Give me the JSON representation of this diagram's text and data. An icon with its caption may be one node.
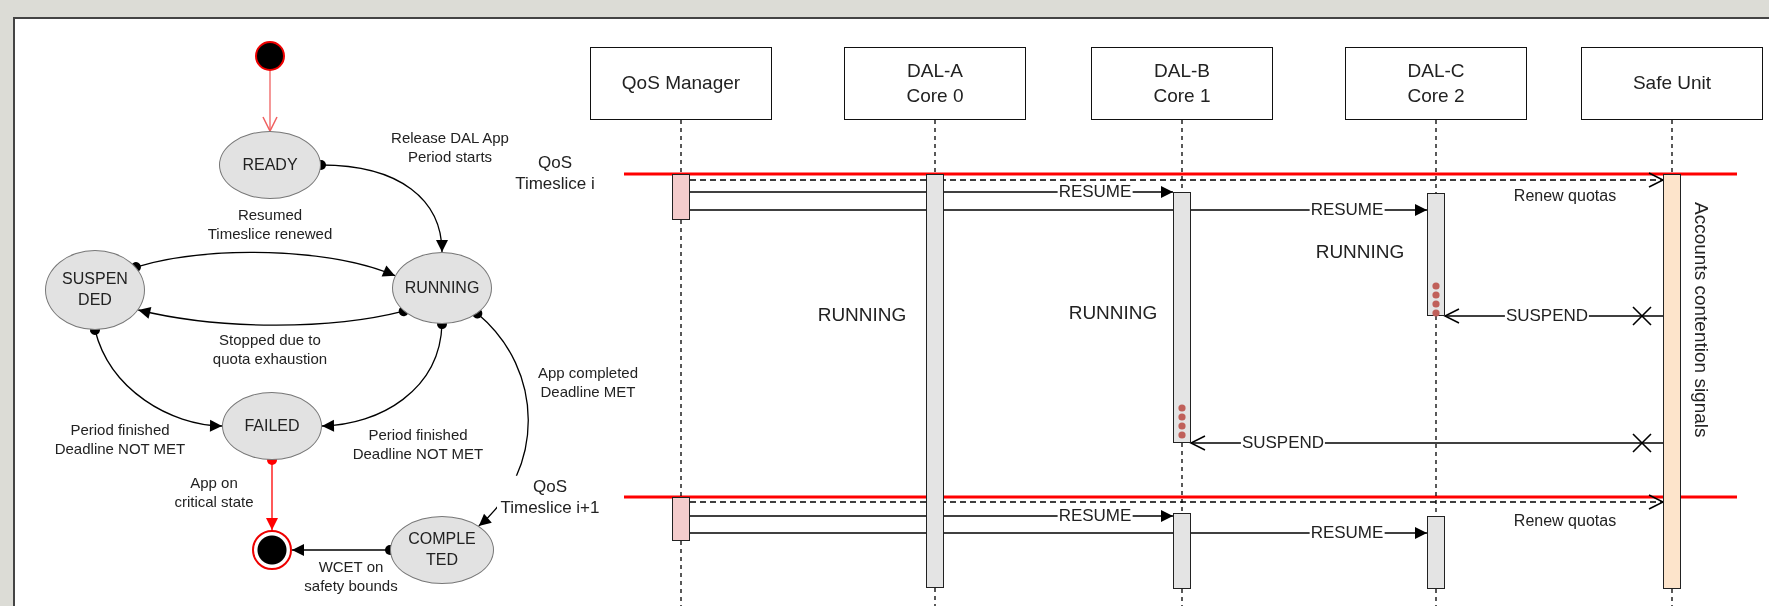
{
  "diagram": {
    "nodes": [
      {
        "text": [],
        "shape": "circle"
      },
      {
        "text": [
          "READY"
        ]
      },
      {
        "text": [
          "SUSPEN DED"
        ]
      },
      {
        "text": [
          "RUNNING"
        ]
      },
      {
        "text": [
          "FAILED"
        ]
      },
      {
        "text": [],
        "shape": "circle"
      },
      {
        "text": [
          "COMPLE TED"
        ]
      },
      {
        "text": [
          "QoS Manager"
        ]
      },
      {
        "text": [
          "DAL-A Core 0"
        ]
      },
      {
        "text": [
          "DAL-B Core 1"
        ]
      },
      {
        "text": [
          "DAL-C Core 2"
        ]
      },
      {
        "text": [
          "Safe Unit"
        ]
      },
      {
        "text": [],
        "shape": "bar"
      },
      {
        "text": [],
        "shape": "bar"
      },
      {
        "text": [],
        "shape": "bar"
      },
      {
        "text": [],
        "shape": "bar"
      },
      {
        "text": [],
        "shape": "bar"
      },
      {
        "text": [],
        "shape": "bar"
      },
      {
        "text": [],
        "shape": "bar"
      },
      {
        "text": [],
        "shape": "bar",
        "beside": [
          "Accounts contention signals"
        ]
      }
    ],
    "edges": [
      {
        "from": 0,
        "to": 1,
        "arrow": "to",
        "color": "#f06060"
      },
      {
        "from": 1,
        "to": 3,
        "arrow": "to",
        "label": "Release DAL App Period starts"
      },
      {
        "from": 2,
        "to": 3,
        "arrow": "to",
        "label": "Resumed Timeslice renewed"
      },
      {
        "from": 3,
        "to": 2,
        "arrow": "to",
        "label": "Stopped due to quota exhaustion"
      },
      {
        "from": 2,
        "to": 4,
        "arrow": "to",
        "label": "Period finished Deadline NOT MET"
      },
      {
        "from": 3,
        "to": 4,
        "arrow": "to",
        "label": "Period finished Deadline NOT MET"
      },
      {
        "from": 3,
        "to": 6,
        "arrow": "to",
        "label": "App completed Deadline MET"
      },
      {
        "from": 4,
        "to": 5,
        "arrow": "to",
        "label": "App on critical state",
        "color": "#ff0000"
      },
      {
        "from": 6,
        "to": 5,
        "arrow": "to",
        "label": "WCET on safety bounds"
      },
      {
        "from": 12,
        "to": 19,
        "arrow": "to",
        "label": "Renew quotas",
        "style": "dashed"
      },
      {
        "from": 12,
        "to": 15,
        "arrow": "to",
        "label": "RESUME"
      },
      {
        "from": 12,
        "to": 17,
        "arrow": "to",
        "label": "RESUME"
      },
      {
        "from": 19,
        "to": 17,
        "arrow": "to",
        "label": "SUSPEND"
      },
      {
        "from": 19,
        "to": 15,
        "arrow": "to",
        "label": "SUSPEND"
      },
      {
        "from": 13,
        "to": 19,
        "arrow": "to",
        "label": "Renew quotas",
        "style": "dashed"
      },
      {
        "from": 13,
        "to": 16,
        "arrow": "to",
        "label": "RESUME"
      },
      {
        "from": 13,
        "to": 18,
        "arrow": "to",
        "label": "RESUME"
      },
      {
        "from": 7,
        "to": 12,
        "arrow": "none",
        "style": "dashed"
      },
      {
        "from": 12,
        "to": 13,
        "arrow": "none",
        "style": "dashed"
      },
      {
        "from": 13,
        "to": null,
        "arrow": "none",
        "style": "dashed"
      },
      {
        "from": 8,
        "to": 14,
        "arrow": "none",
        "style": "dashed"
      },
      {
        "from": 14,
        "to": null,
        "arrow": "none",
        "style": "dashed"
      },
      {
        "from": 9,
        "to": 15,
        "arrow": "none",
        "style": "dashed"
      },
      {
        "from": 15,
        "to": 16,
        "arrow": "none",
        "style": "dashed"
      },
      {
        "from": 16,
        "to": null,
        "arrow": "none",
        "style": "dashed"
      },
      {
        "from": 10,
        "to": 17,
        "arrow": "none",
        "style": "dashed"
      },
      {
        "from": 17,
        "to": 18,
        "arrow": "none",
        "style": "dashed"
      },
      {
        "from": 18,
        "to": null,
        "arrow": "none",
        "style": "dashed"
      },
      {
        "from": 11,
        "to": 19,
        "arrow": "none",
        "style": "dashed"
      },
      {
        "from": 19,
        "to": null,
        "arrow": "none",
        "style": "dashed"
      }
    ],
    "labels": [
      "QoS Timeslice i",
      "RUNNING",
      "RUNNING",
      "RUNNING",
      "QoS Timeslice i+1"
    ]
  }
}
